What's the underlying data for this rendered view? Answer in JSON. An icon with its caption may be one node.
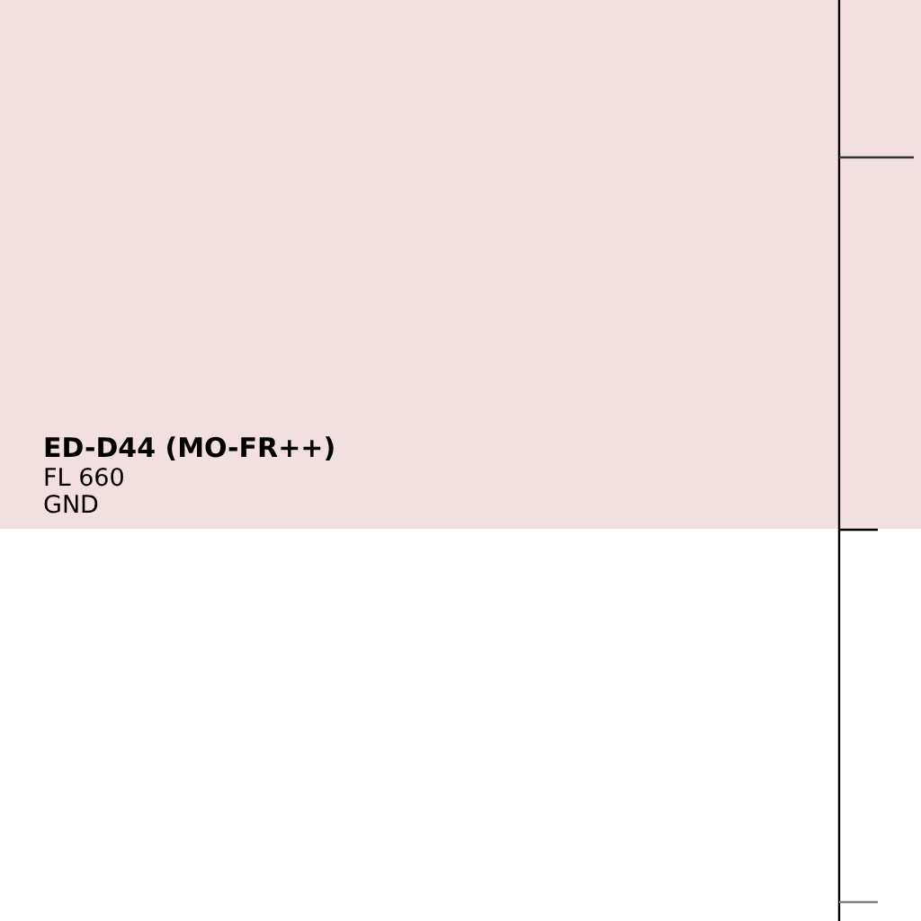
{
  "diagram": {
    "nodes": [
      {
        "text": [
          "ED-D44 (MO-FR++)",
          "FL 660",
          "GND"
        ]
      }
    ]
  }
}
